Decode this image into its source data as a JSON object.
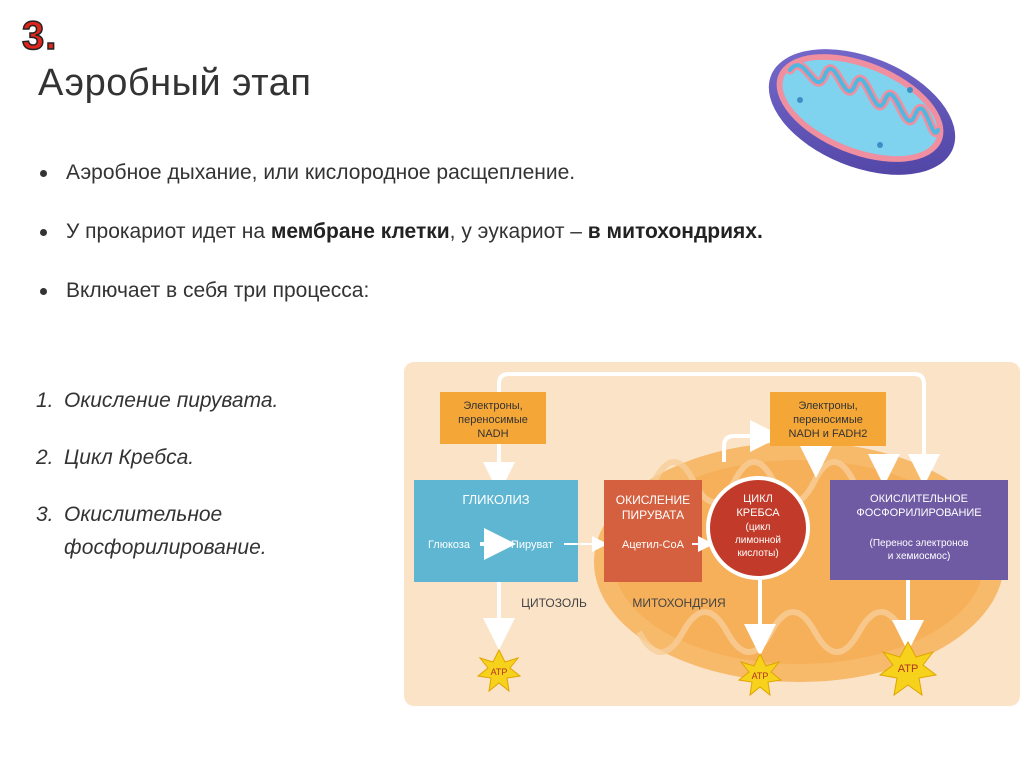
{
  "slide": {
    "number": "3.",
    "title": "Аэробный этап"
  },
  "bullets": [
    {
      "segments": [
        {
          "text": "Аэробное дыхание, или кислородное расщепление.",
          "bold": false
        }
      ]
    },
    {
      "segments": [
        {
          "text": "У прокариот идет на ",
          "bold": false
        },
        {
          "text": "мембране клетки",
          "bold": true
        },
        {
          "text": ", у эукариот – ",
          "bold": false
        },
        {
          "text": "в митохондриях.",
          "bold": true
        }
      ]
    },
    {
      "segments": [
        {
          "text": "Включает в себя три процесса:",
          "bold": false
        }
      ]
    }
  ],
  "steps": [
    {
      "num": "1.",
      "text": "Окисление пирувата."
    },
    {
      "num": "2.",
      "text": "Цикл Кребса."
    },
    {
      "num": "3.",
      "text": "Окислительное фосфорилирование."
    }
  ],
  "diagram": {
    "nadh_box_left": [
      "Электроны,",
      "переносимые",
      "NADH"
    ],
    "nadh_box_right": [
      "Электроны,",
      "переносимые",
      "NADH и FADH2"
    ],
    "glycolysis": {
      "title": "ГЛИКОЛИЗ",
      "from": "Глюкоза",
      "to": "Пируват"
    },
    "pyruvate_oxidation": {
      "title_lines": [
        "ОКИСЛЕНИЕ",
        "ПИРУВАТА"
      ],
      "product": "Ацетил-СоА"
    },
    "krebs": {
      "lines": [
        "ЦИКЛ",
        "КРЕБСА",
        "(цикл",
        "лимонной",
        "кислоты)"
      ]
    },
    "oxphos": {
      "title_lines": [
        "ОКИСЛИТЕЛЬНОЕ",
        "ФОСФОРИЛИРОВАНИЕ"
      ],
      "sub_lines": [
        "(Перенос электронов",
        "и хемиосмос)"
      ]
    },
    "cytosol_label": "ЦИТОЗОЛЬ",
    "mito_label": "МИТОХОНДРИЯ",
    "atp_labels": [
      "ATP",
      "ATP",
      "ATP"
    ],
    "colors": {
      "background": "#fbe3c8",
      "mitochondrion": "#f7b96a",
      "glycolysis": "#5fb6d3",
      "pyruvate_oxidation": "#d5603f",
      "krebs": "#c23b2a",
      "oxphos": "#6f5aa4",
      "nadh_box": "#f4a637",
      "atp_star": "#f6d21c"
    }
  }
}
